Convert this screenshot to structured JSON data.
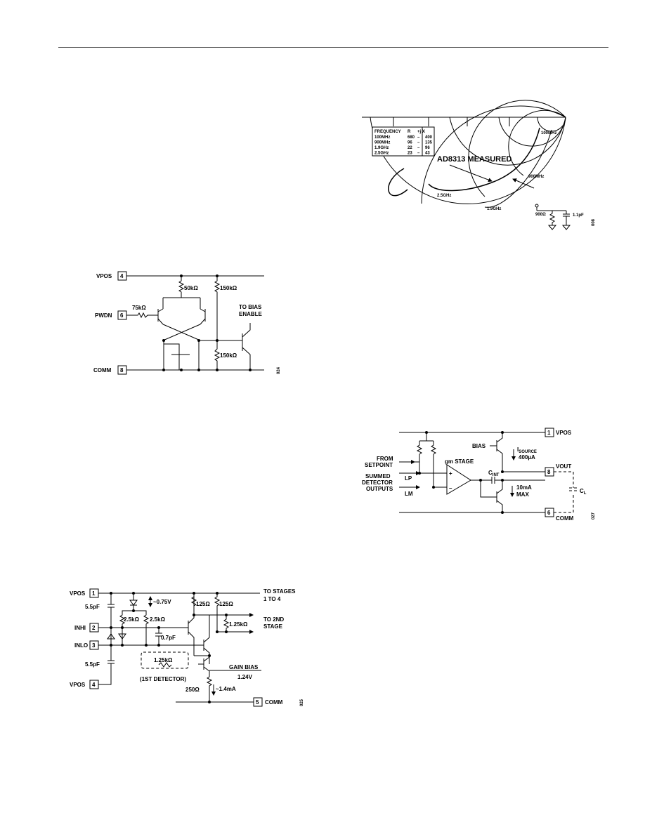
{
  "smith": {
    "table_headers": [
      "FREQUENCY",
      "R",
      "+j X"
    ],
    "rows": [
      [
        "100MHz",
        "680",
        "400"
      ],
      [
        "900MHz",
        "96",
        "135"
      ],
      [
        "1.9GHz",
        "22",
        "96"
      ],
      [
        "2.5GHz",
        "23",
        "43"
      ]
    ],
    "row_dash": "–",
    "label_measured": "AD8313 MEASURED",
    "f100": "100MHz",
    "f900": "900MHz",
    "f25": "2.5GHz",
    "f19": "1.9GHz",
    "r_val": "900Ω",
    "c_val": "1.1pF",
    "code": "008"
  },
  "pwdn": {
    "pins": [
      {
        "name": "VPOS",
        "num": "4"
      },
      {
        "name": "PWDN",
        "num": "6"
      },
      {
        "name": "COMM",
        "num": "8"
      }
    ],
    "r1": "50kΩ",
    "r2": "150kΩ",
    "r3": "75kΩ",
    "r4": "150kΩ",
    "out1": "TO BIAS",
    "out2": "ENABLE",
    "code": "024"
  },
  "vout": {
    "vpos": "VPOS",
    "vpos_pin": "1",
    "vout": "VOUT",
    "vout_pin": "8",
    "comm": "COMM",
    "comm_pin": "6",
    "bias": "BIAS",
    "isource": "I",
    "isource_sub": "SOURCE",
    "isource_val": "400µA",
    "from1": "FROM",
    "from2": "SETPOINT",
    "sum1": "SUMMED",
    "sum2": "DETECTOR",
    "sum3": "OUTPUTS",
    "lp": "LP",
    "lm": "LM",
    "gm": "gm STAGE",
    "cint": "C",
    "cint_sub": "INT",
    "sink1": "10mA",
    "sink2": "MAX",
    "cl": "C",
    "cl_sub": "L",
    "plus": "+",
    "minus": "–",
    "code": "027"
  },
  "input": {
    "pins": [
      {
        "name": "VPOS",
        "num": "1"
      },
      {
        "name": "INHI",
        "num": "2"
      },
      {
        "name": "INLO",
        "num": "3"
      },
      {
        "name": "VPOS",
        "num": "4"
      }
    ],
    "comm": "COMM",
    "comm_pin": "5",
    "c1": "5.5pF",
    "c2": "5.5pF",
    "v075": "~0.75V",
    "r25a": "2.5kΩ",
    "r25b": "2.5kΩ",
    "c07": "0.7pF",
    "r125a": "125Ω",
    "r125b": "125Ω",
    "r125k": "1.25kΩ",
    "r125k_det": "1.25kΩ",
    "det": "(1ST DETECTOR)",
    "to1": "TO STAGES",
    "to2": "1 TO 4",
    "to3": "TO 2ND",
    "to4": "STAGE",
    "gain": "GAIN BIAS",
    "gainv": "1.24V",
    "r250": "250Ω",
    "i14": "~1.4mA",
    "code": "025"
  }
}
